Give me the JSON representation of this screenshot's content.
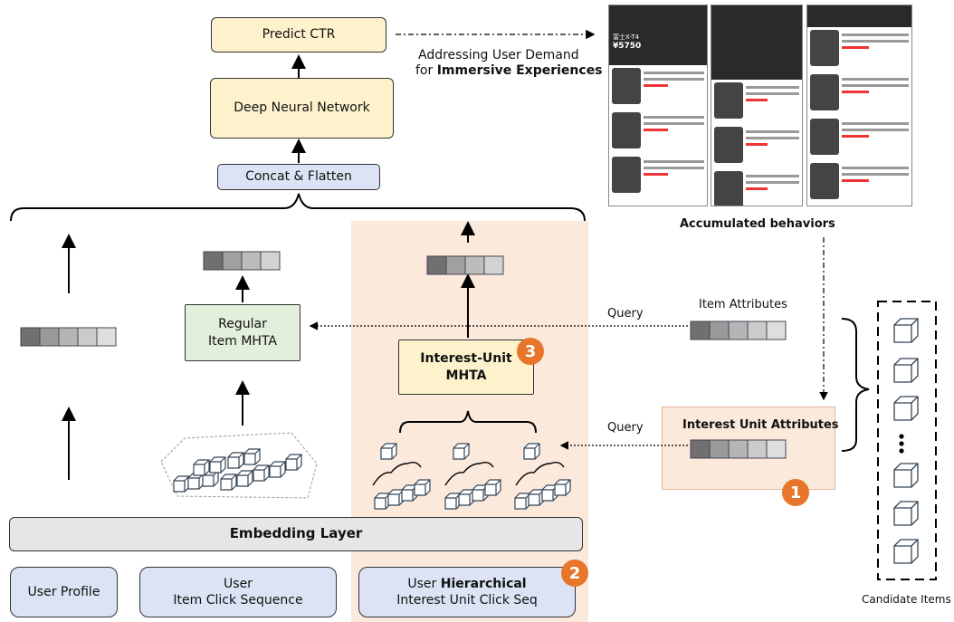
{
  "boxes": {
    "predict_ctr": "Predict CTR",
    "dnn": "Deep Neural Network",
    "concat": "Concat & Flatten",
    "regular_mhta": "Regular\nItem MHTA",
    "interest_unit_mhta": "Interest-Unit\nMHTA",
    "embedding": "Embedding Layer",
    "user_profile": "User Profile",
    "user_item_click_seq": "User\nItem Click Sequence",
    "hier_prefix": "User ",
    "hier_bold": "Hierarchical",
    "hier_line2": "Interest Unit Click Seq",
    "interest_unit_attributes": "Interest Unit Attributes"
  },
  "labels": {
    "addressing_line1": "Addressing User Demand",
    "addressing_line2_prefix": "for ",
    "addressing_line2_bold": "Immersive Experiences",
    "accumulated": "Accumulated behaviors",
    "item_attributes": "Item Attributes",
    "query_top": "Query",
    "query_bottom": "Query",
    "candidate_items": "Candidate Items"
  },
  "badges": {
    "one": "1",
    "two": "2",
    "three": "3"
  },
  "phones": {
    "p1_price": "¥5750",
    "p1_title": "富士X-T4"
  },
  "colors": {
    "orange_region": "#fbe9dc",
    "badge": "#e8762a",
    "yellow_box": "#fdf2cc",
    "blue_box": "#dbe3f4",
    "green_box": "#e2efdb",
    "grey_box": "#e6e6e6"
  }
}
